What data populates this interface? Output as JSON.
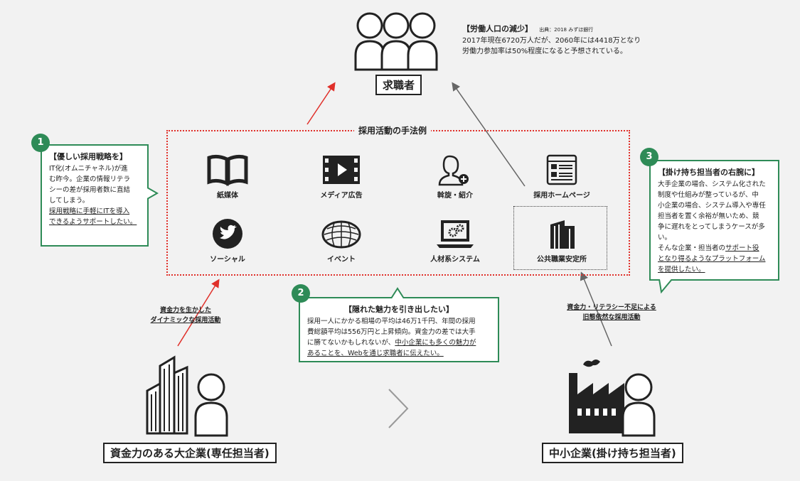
{
  "job_seeker": {
    "label": "求職者",
    "population_title": "【労働人口の減少】",
    "population_source": "出典：2018 みずほ銀行",
    "population_line1": "2017年現在6720万人だが、2060年には4418万となり",
    "population_line2": "労働力参加率は50%程度になると予想されている。"
  },
  "methods": {
    "title": "採用活動の手法例",
    "items": [
      {
        "label": "紙媒体",
        "icon": "book-icon"
      },
      {
        "label": "メディア広告",
        "icon": "film-play-icon"
      },
      {
        "label": "斡旋・紹介",
        "icon": "person-add-icon"
      },
      {
        "label": "採用ホームページ",
        "icon": "web-page-icon"
      },
      {
        "label": "ソーシャル",
        "icon": "twitter-bird-icon"
      },
      {
        "label": "イベント",
        "icon": "event-dome-icon"
      },
      {
        "label": "人材系システム",
        "icon": "laptop-gears-icon"
      },
      {
        "label": "公共職業安定所",
        "icon": "building-icon"
      }
    ]
  },
  "callout1": {
    "number": "1",
    "title": "【優しい採用戦略を】",
    "line1": "IT化(オムニチャネル)が進",
    "line2": "む昨今。企業の情報リテラ",
    "line3": "シーの差が採用者数に直結",
    "line4": "してしまう。",
    "ul1": "採用戦略に手軽にITを導入",
    "ul2": "できるようサポートしたい。"
  },
  "callout2": {
    "number": "2",
    "title": "【隠れた魅力を引き出したい】",
    "line1": "採用一人にかかる相場の平均は46万1千円、年間の採用",
    "line2": "費総額平均は556万円と上昇傾向。資金力の差では大手",
    "line3a": "に勝てないかもしれないが、",
    "ul1": "中小企業にも多くの魅力が",
    "ul2": "あることを、Webを通じ求職者に伝えたい。"
  },
  "callout3": {
    "number": "3",
    "title": "【掛け持ち担当者の右腕に】",
    "line1": "大手企業の場合、システム化された",
    "line2": "制度や仕組みが整っているが、中",
    "line3": "小企業の場合、システム導入や専任",
    "line4": "担当者を置く余裕が無いため、競",
    "line5": "争に遅れをとってしまうケースが多",
    "line6": "い。",
    "line7a": "そんな企業・担当者の",
    "ul1": "サポート役",
    "ul2": "となり得るようなプラットフォーム",
    "ul3": "を提供したい。"
  },
  "big_company": {
    "label": "資金力のある大企業(専任担当者)",
    "arrow_label1": "資金力を生かした",
    "arrow_label2": "ダイナミックな採用活動"
  },
  "small_company": {
    "label": "中小企業(掛け持ち担当者)",
    "arrow_label1": "資金力・リテラシー不足による",
    "arrow_label2": "旧態依然な採用活動"
  },
  "colors": {
    "accent": "#2e8b57",
    "red": "#e0302a",
    "dark": "#222222",
    "grey_arrow": "#666666"
  }
}
